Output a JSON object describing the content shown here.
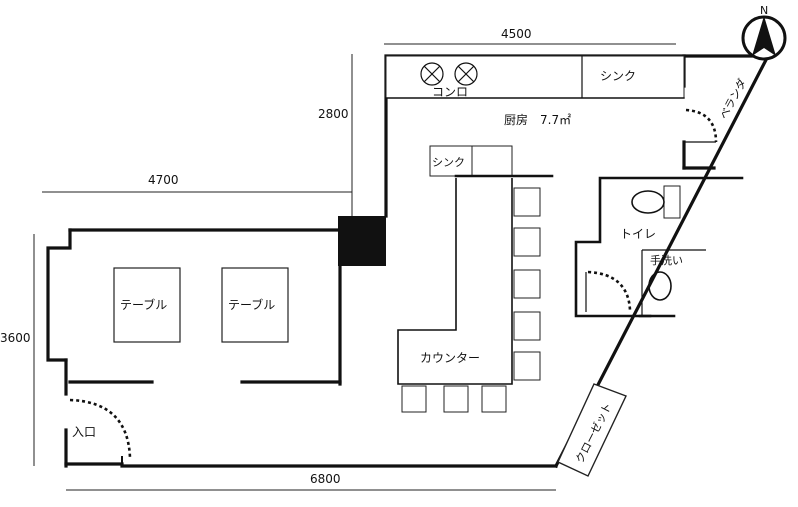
{
  "compass": {
    "north_label": "N"
  },
  "dimensions": {
    "kitchen_width": "4500",
    "kitchen_depth": "2800",
    "dining_width": "4700",
    "dining_depth": "3600",
    "total_width": "6800"
  },
  "rooms": {
    "kitchen": "厨房　7.7㎡",
    "toilet": "トイレ",
    "washroom": "手洗い",
    "veranda": "ベランダ",
    "closet": "クローゼット",
    "entrance": "入口"
  },
  "fixtures": {
    "stove": "コンロ",
    "sink_kitchen": "シンク",
    "sink_counter": "シンク",
    "counter": "カウンター",
    "table_1": "テーブル",
    "table_2": "テーブル"
  }
}
